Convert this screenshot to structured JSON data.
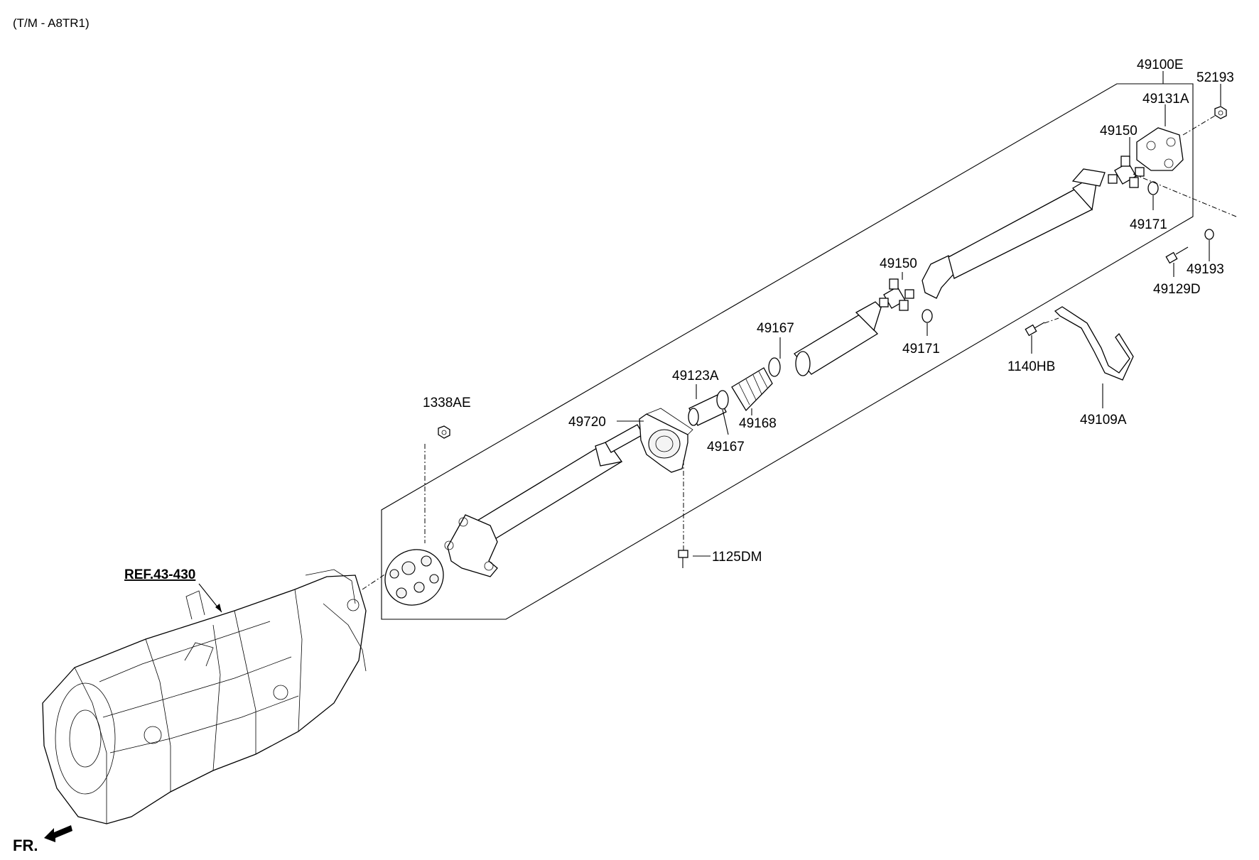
{
  "header": "(T/M - A8TR1)",
  "reference": "REF.43-430",
  "front_marker": "FR.",
  "callouts": {
    "assembly": "49100E",
    "nut_rear": "52193",
    "flange_yoke": "49131A",
    "ujoint_rear": "49150",
    "snap_ring_rear": "49171",
    "washer": "49193",
    "bolt_flange": "49129D",
    "ujoint_mid": "49150",
    "snap_ring_mid": "49171",
    "snap_ring_boot_top": "49167",
    "boot": "49168",
    "snap_ring_boot_low": "49167",
    "spacer": "49123A",
    "center_bearing": "49720",
    "bolt_bearing": "1125DM",
    "nut_front": "1338AE",
    "bracket_bolt": "1140HB",
    "bracket": "49109A"
  },
  "icons": [
    "front-arrow-icon"
  ]
}
